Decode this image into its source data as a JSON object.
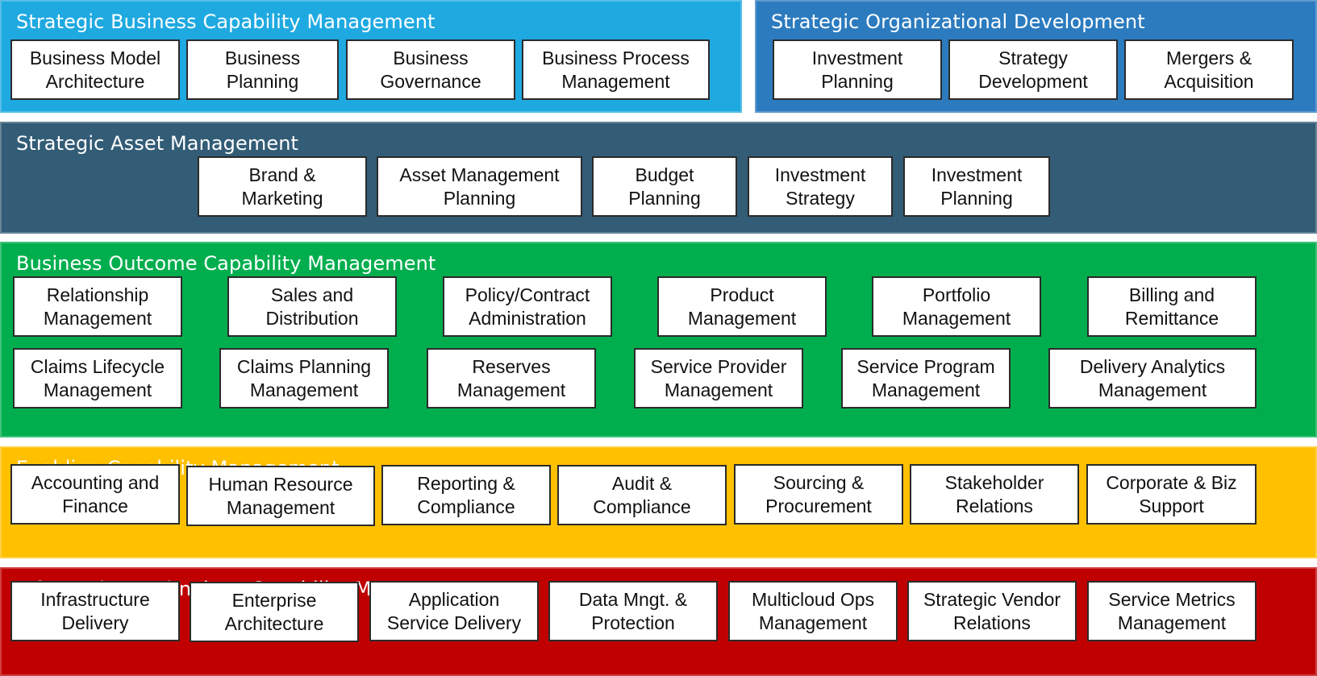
{
  "colors": {
    "strategic_business": "#1fa9e1",
    "strategic_org": "#2c7bbf",
    "strategic_asset": "#335c76",
    "business_outcome": "#00ae4e",
    "enabling": "#ffc000",
    "information_technology": "#c00000"
  },
  "panels": {
    "strategic_business": {
      "title": "Strategic Business Capability Management",
      "boxes": [
        "Business Model\nArchitecture",
        "Business\nPlanning",
        "Business\nGovernance",
        "Business Process\nManagement"
      ]
    },
    "strategic_org": {
      "title": "Strategic Organizational Development",
      "boxes": [
        "Investment\nPlanning",
        "Strategy\nDevelopment",
        "Mergers &\nAcquisition"
      ]
    },
    "strategic_asset": {
      "title": "Strategic Asset Management",
      "boxes": [
        "Brand &\nMarketing",
        "Asset Management\nPlanning",
        "Budget\nPlanning",
        "Investment\nStrategy",
        "Investment\nPlanning"
      ]
    },
    "business_outcome": {
      "title": "Business Outcome Capability Management",
      "boxes": [
        "Relationship\nManagement",
        "Sales and\nDistribution",
        "Policy/Contract\nAdministration",
        "Product\nManagement",
        "Portfolio\nManagement",
        "Billing and\nRemittance",
        "Claims Lifecycle\nManagement",
        "Claims Planning\nManagement",
        "Reserves\nManagement",
        "Service Provider\nManagement",
        "Service Program\nManagement",
        "Delivery Analytics\nManagement"
      ]
    },
    "enabling": {
      "title": "Enabling Capability Management",
      "boxes": [
        "Accounting and\nFinance",
        "Human Resource\nManagement",
        "Reporting &\nCompliance",
        "Audit &\nCompliance",
        "Sourcing &\nProcurement",
        "Stakeholder\nRelations",
        "Corporate & Biz\nSupport"
      ]
    },
    "information_technology": {
      "title": "Information Technology Capability Management",
      "boxes": [
        "Infrastructure\nDelivery",
        "Enterprise\nArchitecture",
        "Application\nService Delivery",
        "Data Mngt. &\nProtection",
        "Multicloud Ops\nManagement",
        "Strategic Vendor\nRelations",
        "Service Metrics\nManagement"
      ]
    }
  }
}
